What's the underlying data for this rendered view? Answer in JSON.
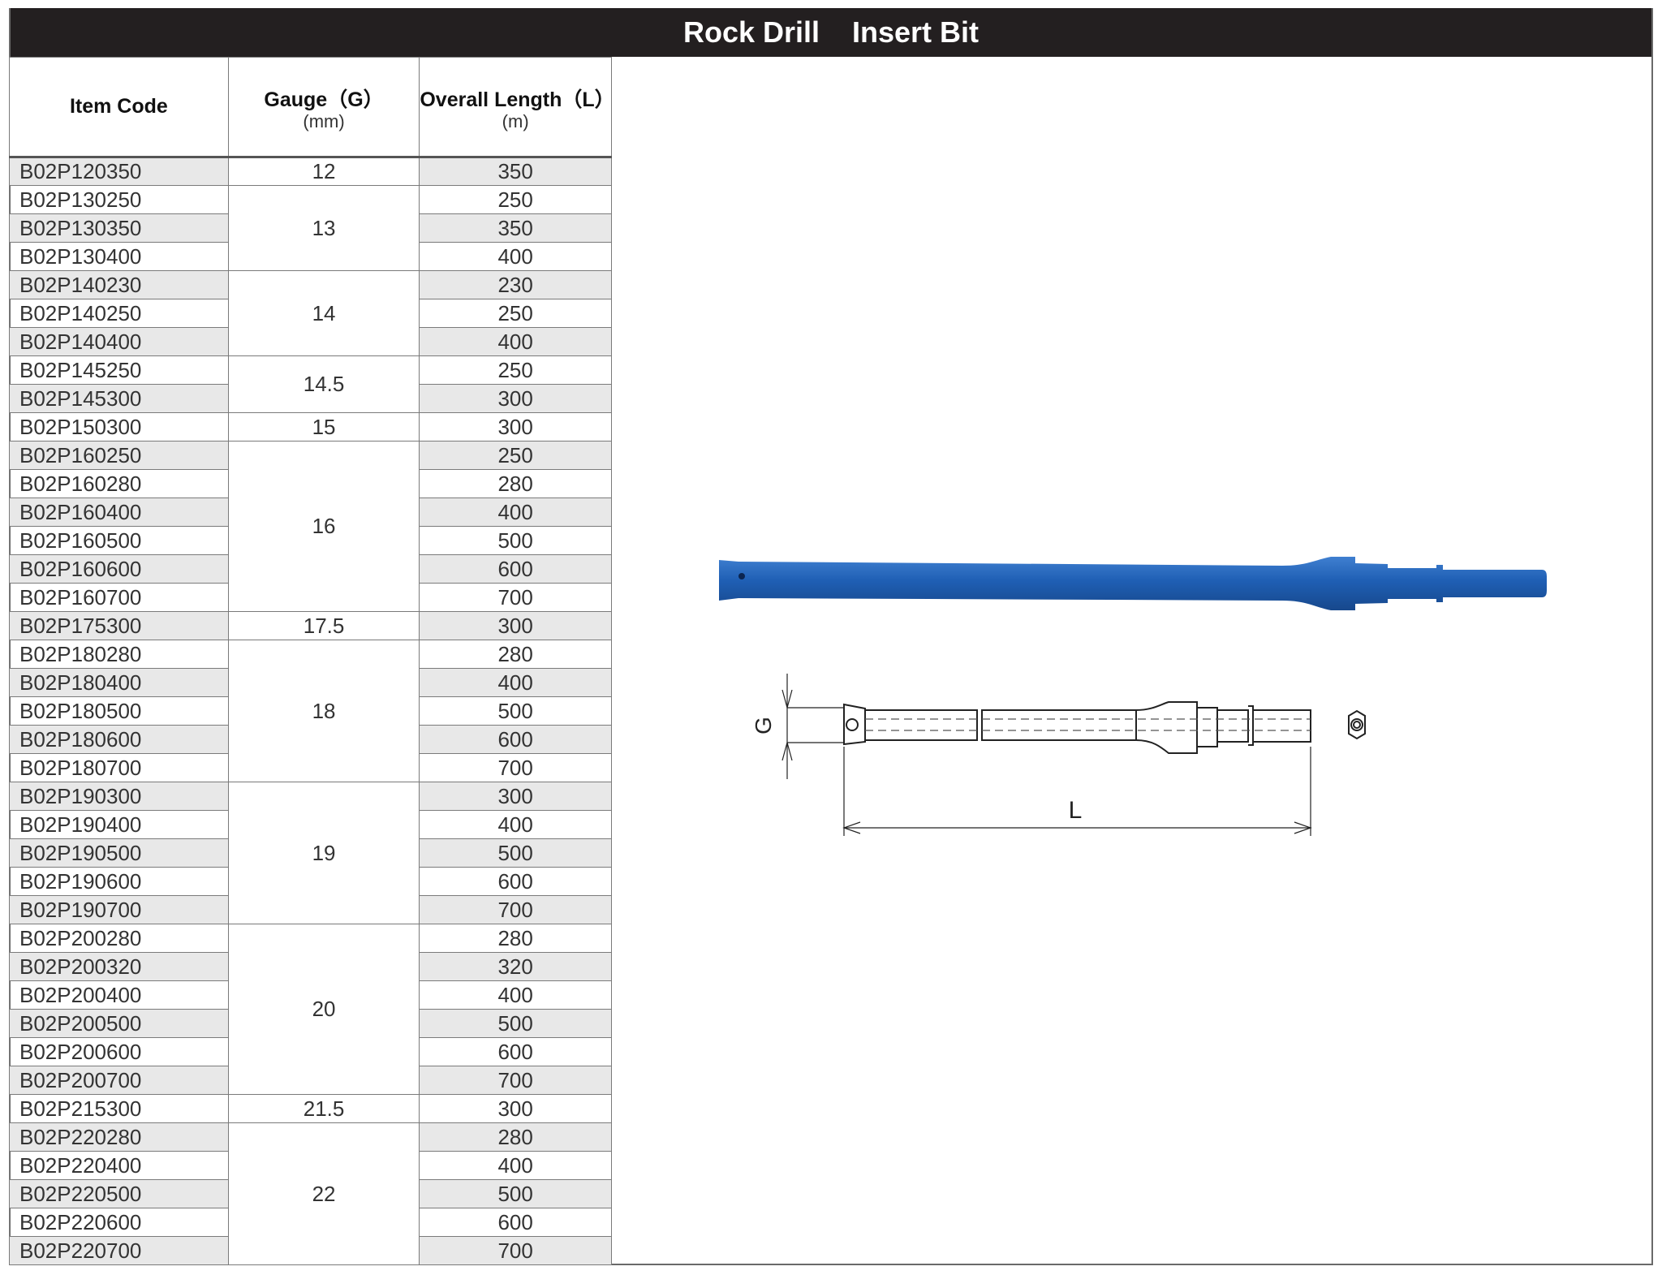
{
  "title": {
    "part1": "Rock Drill",
    "part2": "Insert Bit"
  },
  "table": {
    "headers": {
      "item_code": "Item Code",
      "gauge": "Gauge（G）",
      "gauge_unit": "(mm)",
      "length": "Overall Length（L）",
      "length_unit": "(m)"
    },
    "rows": [
      {
        "code": "B02P120350",
        "gauge": "12",
        "length": "350"
      },
      {
        "code": "B02P130250",
        "gauge": "13",
        "length": "250"
      },
      {
        "code": "B02P130350",
        "gauge": "13",
        "length": "350"
      },
      {
        "code": "B02P130400",
        "gauge": "13",
        "length": "400"
      },
      {
        "code": "B02P140230",
        "gauge": "14",
        "length": "230"
      },
      {
        "code": "B02P140250",
        "gauge": "14",
        "length": "250"
      },
      {
        "code": "B02P140400",
        "gauge": "14",
        "length": "400"
      },
      {
        "code": "B02P145250",
        "gauge": "14.5",
        "length": "250"
      },
      {
        "code": "B02P145300",
        "gauge": "14.5",
        "length": "300"
      },
      {
        "code": "B02P150300",
        "gauge": "15",
        "length": "300"
      },
      {
        "code": "B02P160250",
        "gauge": "16",
        "length": "250"
      },
      {
        "code": "B02P160280",
        "gauge": "16",
        "length": "280"
      },
      {
        "code": "B02P160400",
        "gauge": "16",
        "length": "400"
      },
      {
        "code": "B02P160500",
        "gauge": "16",
        "length": "500"
      },
      {
        "code": "B02P160600",
        "gauge": "16",
        "length": "600"
      },
      {
        "code": "B02P160700",
        "gauge": "16",
        "length": "700"
      },
      {
        "code": "B02P175300",
        "gauge": "17.5",
        "length": "300"
      },
      {
        "code": "B02P180280",
        "gauge": "18",
        "length": "280"
      },
      {
        "code": "B02P180400",
        "gauge": "18",
        "length": "400"
      },
      {
        "code": "B02P180500",
        "gauge": "18",
        "length": "500"
      },
      {
        "code": "B02P180600",
        "gauge": "18",
        "length": "600"
      },
      {
        "code": "B02P180700",
        "gauge": "18",
        "length": "700"
      },
      {
        "code": "B02P190300",
        "gauge": "19",
        "length": "300"
      },
      {
        "code": "B02P190400",
        "gauge": "19",
        "length": "400"
      },
      {
        "code": "B02P190500",
        "gauge": "19",
        "length": "500"
      },
      {
        "code": "B02P190600",
        "gauge": "19",
        "length": "600"
      },
      {
        "code": "B02P190700",
        "gauge": "19",
        "length": "700"
      },
      {
        "code": "B02P200280",
        "gauge": "20",
        "length": "280"
      },
      {
        "code": "B02P200320",
        "gauge": "20",
        "length": "320"
      },
      {
        "code": "B02P200400",
        "gauge": "20",
        "length": "400"
      },
      {
        "code": "B02P200500",
        "gauge": "20",
        "length": "500"
      },
      {
        "code": "B02P200600",
        "gauge": "20",
        "length": "600"
      },
      {
        "code": "B02P200700",
        "gauge": "20",
        "length": "700"
      },
      {
        "code": "B02P215300",
        "gauge": "21.5",
        "length": "300"
      },
      {
        "code": "B02P220280",
        "gauge": "22",
        "length": "280"
      },
      {
        "code": "B02P220400",
        "gauge": "22",
        "length": "400"
      },
      {
        "code": "B02P220500",
        "gauge": "22",
        "length": "500"
      },
      {
        "code": "B02P220600",
        "gauge": "22",
        "length": "600"
      },
      {
        "code": "B02P220700",
        "gauge": "22",
        "length": "700"
      }
    ]
  },
  "drawing": {
    "gauge_label": "G",
    "length_label": "L"
  },
  "colors": {
    "title_bg": "#231f20",
    "bit_blue": "#1f5fb4",
    "stripe": "#e8e8e8"
  }
}
